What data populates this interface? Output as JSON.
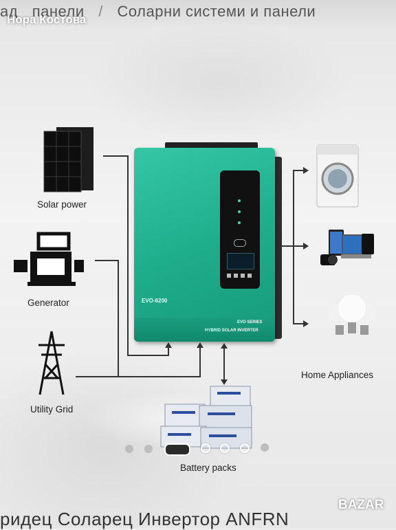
{
  "breadcrumb": {
    "items": [
      "ад",
      "панели",
      "Соларни системи и панели"
    ],
    "separator": "/"
  },
  "user": {
    "name": "Нора Костова"
  },
  "diagram": {
    "inputs": [
      "Solar power",
      "Generator",
      "Utility Grid"
    ],
    "outputs_label": "Home Appliances",
    "battery_label": "Battery packs",
    "inverter": {
      "model": "EVO-6200",
      "series": "EVO SERIES",
      "subtitle": "HYBRID SOLAR INVERTER",
      "color": "#1fae8c"
    }
  },
  "carousel": {
    "dot_count": 7,
    "active_index": 2
  },
  "listing_title": "ридец Соларец Инвертор ANFRN",
  "watermark": "BAZAR"
}
